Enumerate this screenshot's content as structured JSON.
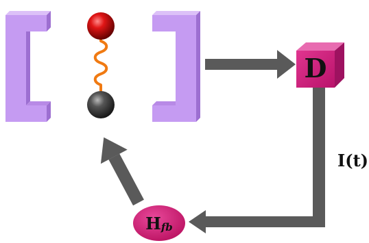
{
  "diagram": {
    "detector_label": "D",
    "signal_label": "I(t)",
    "feedback_label_main": "H",
    "feedback_label_sub": "fb",
    "colors": {
      "mirror_front": "#c59bf2",
      "mirror_side": "#9d6fd1",
      "mirror_top": "#dcc0f8",
      "detector_front": "#d11d7d",
      "detector_top": "#e86bb0",
      "detector_side": "#9e1260",
      "feedback_fill": "#d4146f",
      "arrow": "#5a5a5a",
      "spring": "#f07a12",
      "sphere_top": "#e01515",
      "sphere_bottom": "#444444"
    }
  }
}
